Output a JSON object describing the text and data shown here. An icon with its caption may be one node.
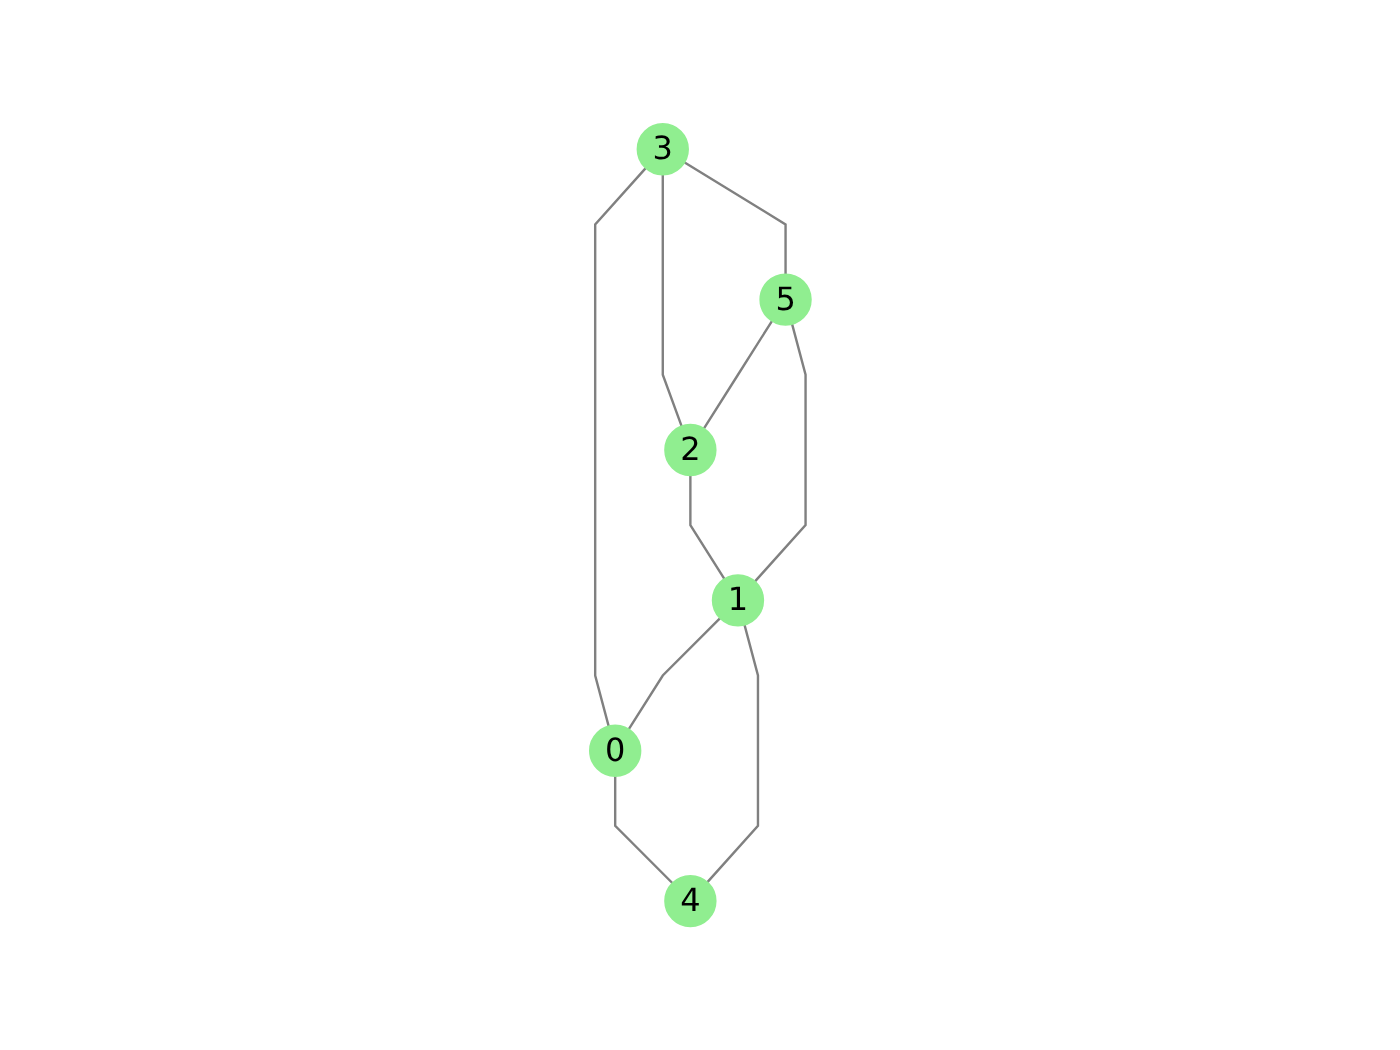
{
  "diagram": {
    "nodes": [
      {
        "text": [
          "3"
        ]
      },
      {
        "text": [
          "5"
        ]
      },
      {
        "text": [
          "2"
        ]
      },
      {
        "text": [
          "1"
        ]
      },
      {
        "text": [
          "0"
        ]
      },
      {
        "text": [
          "4"
        ]
      }
    ],
    "edges": [
      {
        "from": 0,
        "to": 4,
        "arrow": "none"
      },
      {
        "from": 0,
        "to": 2,
        "arrow": "none"
      },
      {
        "from": 0,
        "to": 1,
        "arrow": "none"
      },
      {
        "from": 1,
        "to": 2,
        "arrow": "none"
      },
      {
        "from": 1,
        "to": 3,
        "arrow": "none"
      },
      {
        "from": 2,
        "to": 3,
        "arrow": "none"
      },
      {
        "from": 3,
        "to": 4,
        "arrow": "none"
      },
      {
        "from": 3,
        "to": 5,
        "arrow": "none"
      },
      {
        "from": 4,
        "to": 5,
        "arrow": "none"
      }
    ]
  }
}
